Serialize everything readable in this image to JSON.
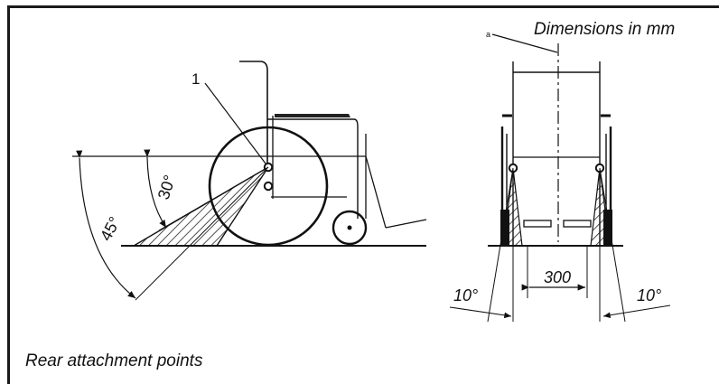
{
  "header": {
    "dimensions_note": "Dimensions in mm"
  },
  "caption": "Rear attachment points",
  "side_view": {
    "callout": "1",
    "angle_upper": "30°",
    "angle_lower": "45°"
  },
  "rear_view": {
    "note_marker": "a",
    "width_dimension": "300",
    "angle_left": "10°",
    "angle_right": "10°"
  }
}
